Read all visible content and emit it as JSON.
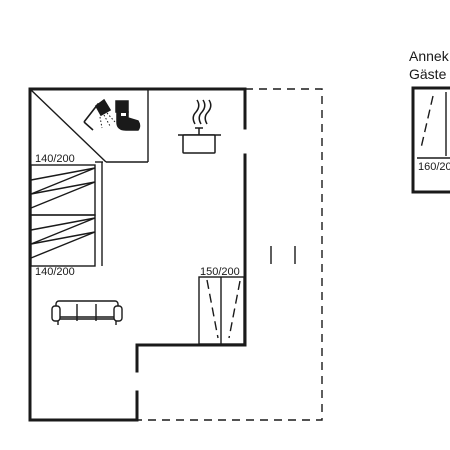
{
  "annex": {
    "line1": "Annek",
    "line2": "Gäste"
  },
  "beds": {
    "bed_upper": "140/200",
    "bed_lower": "140/200",
    "bed_side": "150/200",
    "bed_annex": "160/20"
  },
  "icons": [
    "shower-icon",
    "toilet-icon",
    "kitchen-pot-icon",
    "sofa-icon"
  ],
  "colors": {
    "wall": "#1a1a1a",
    "background": "#ffffff"
  }
}
